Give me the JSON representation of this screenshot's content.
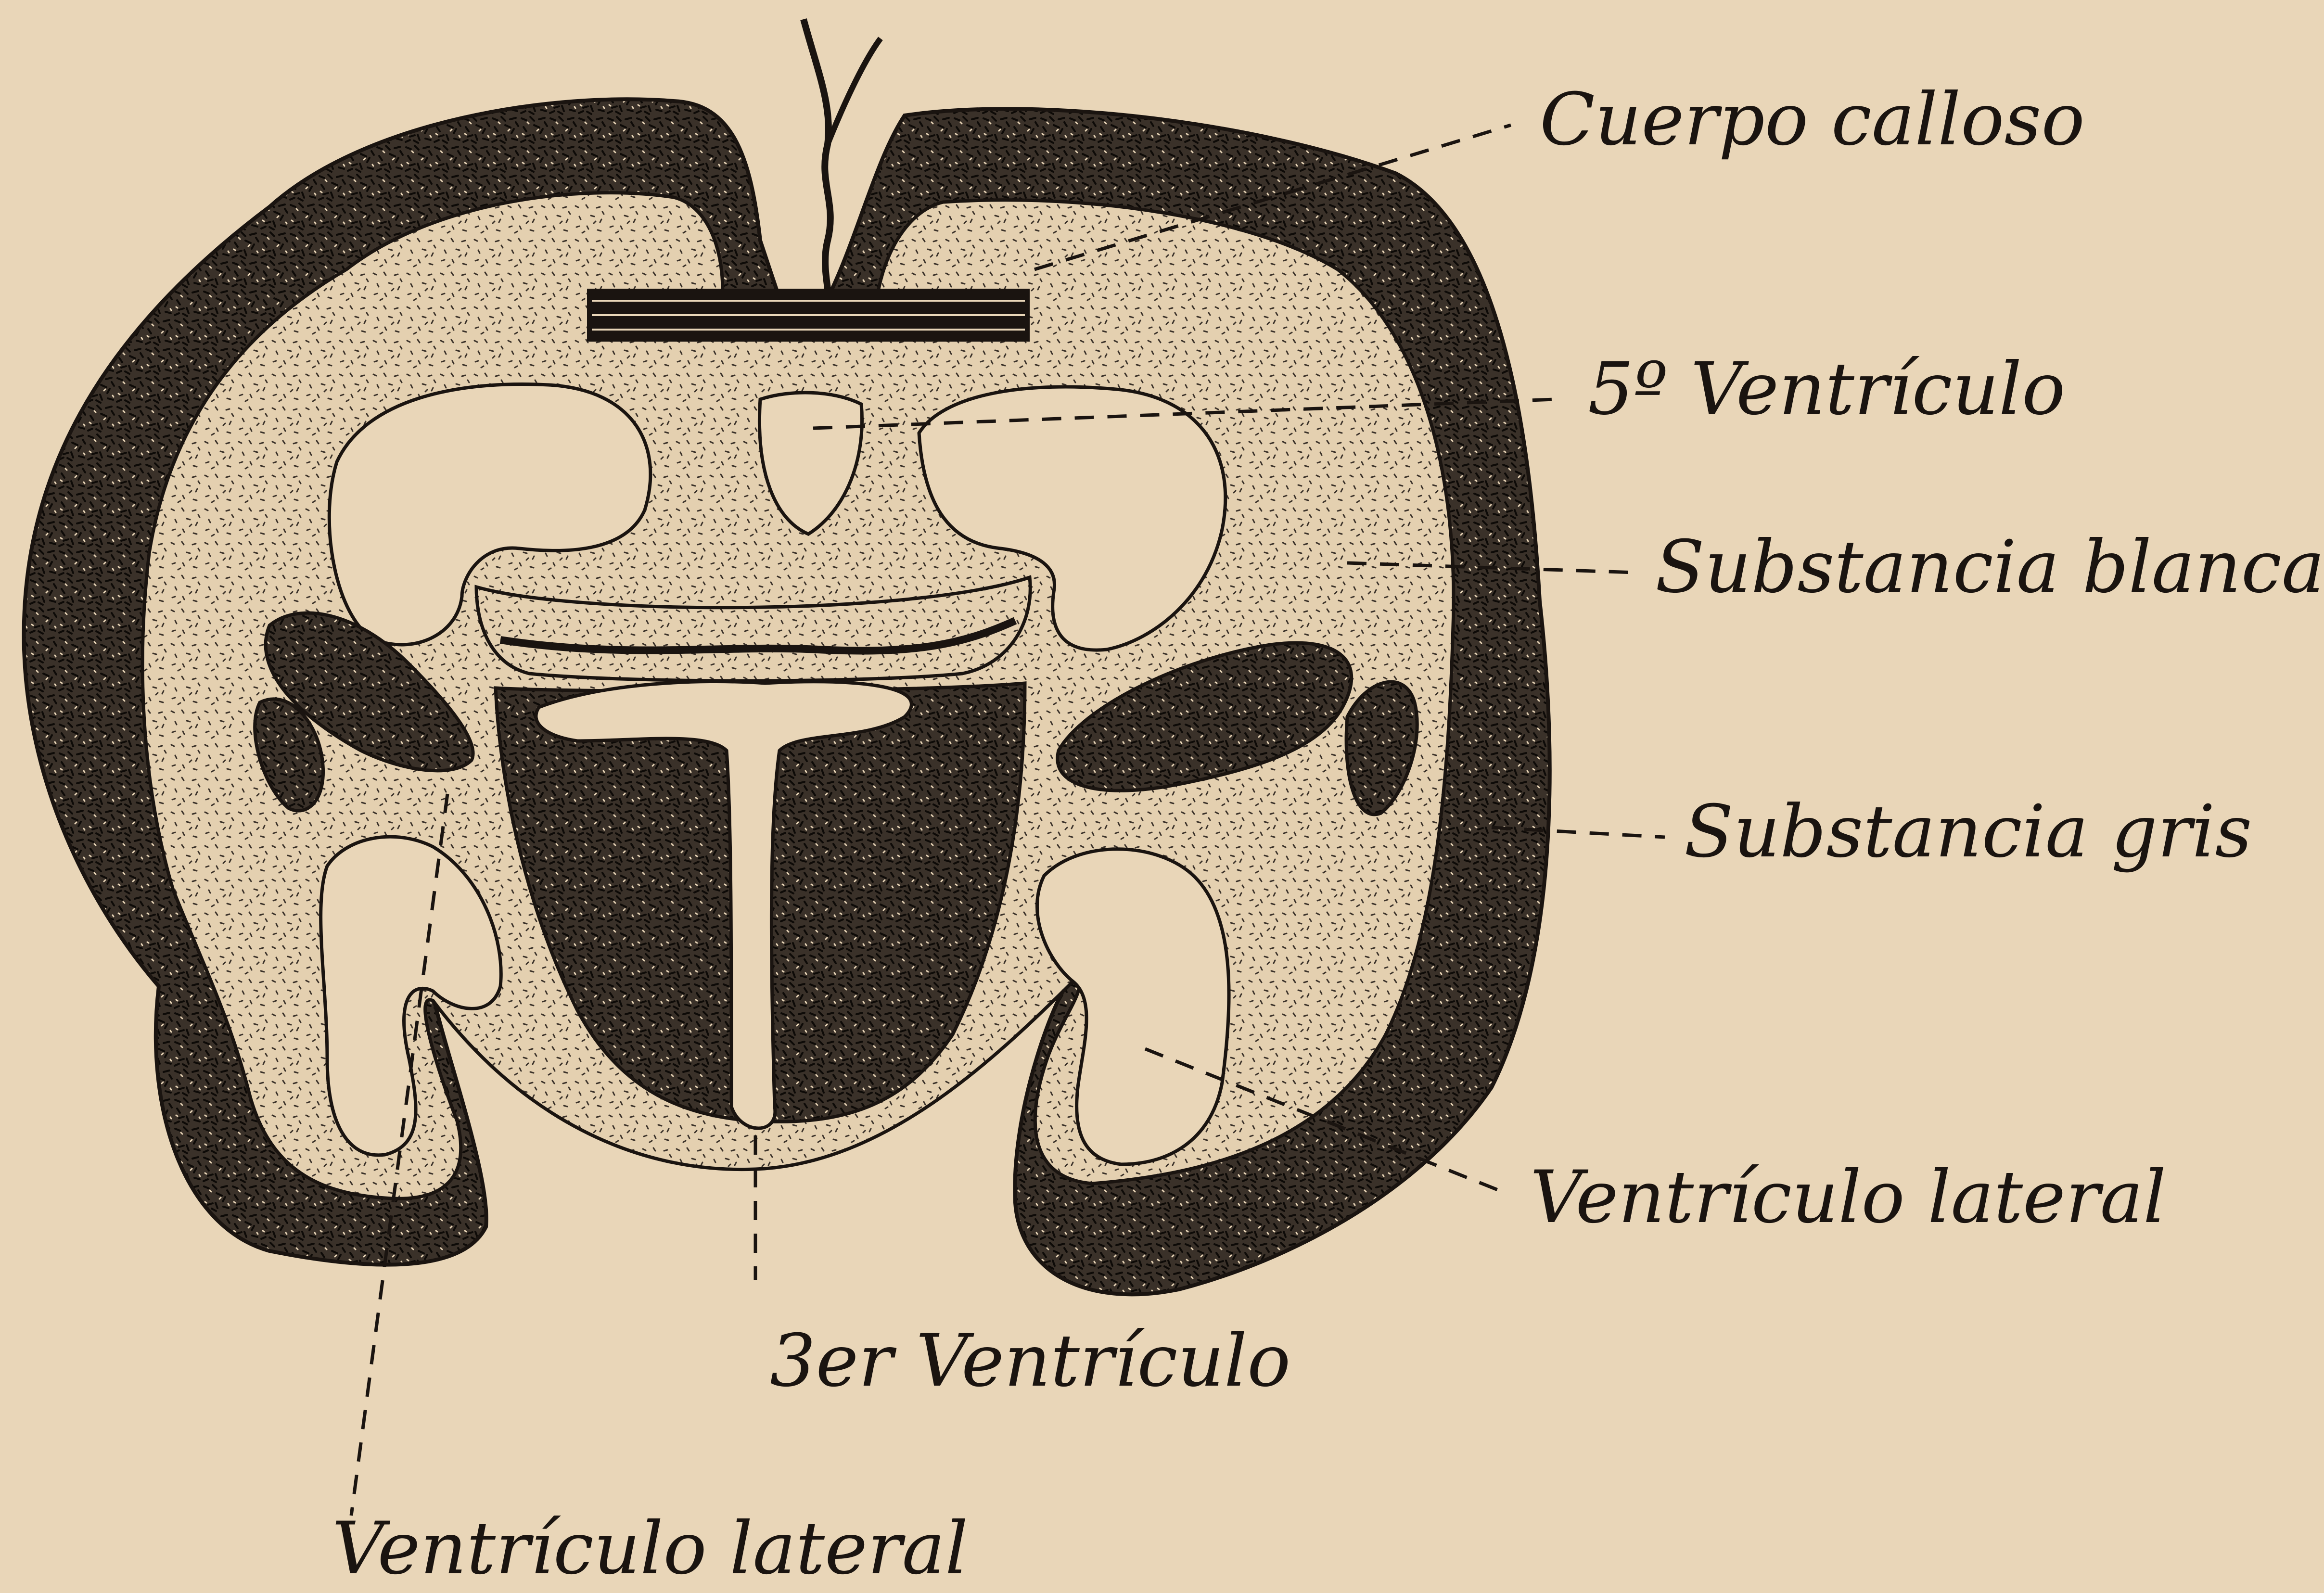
{
  "colors": {
    "paper": "#e9d6b8",
    "ink": "#1a1410",
    "gray_matter": "#2a241d",
    "white_matter": "#e4d0b0"
  },
  "labels": {
    "cuerpo_calloso": "Cuerpo calloso",
    "quinto_ventriculo": "5º Ventrículo",
    "substancia_blanca": "Substancia blanca",
    "substancia_gris": "Substancia gris",
    "ventriculo_lateral_right": "Ventrículo lateral",
    "tercer_ventriculo": "3er Ventrículo",
    "ventriculo_lateral_left": "Ventrículo lateral"
  }
}
